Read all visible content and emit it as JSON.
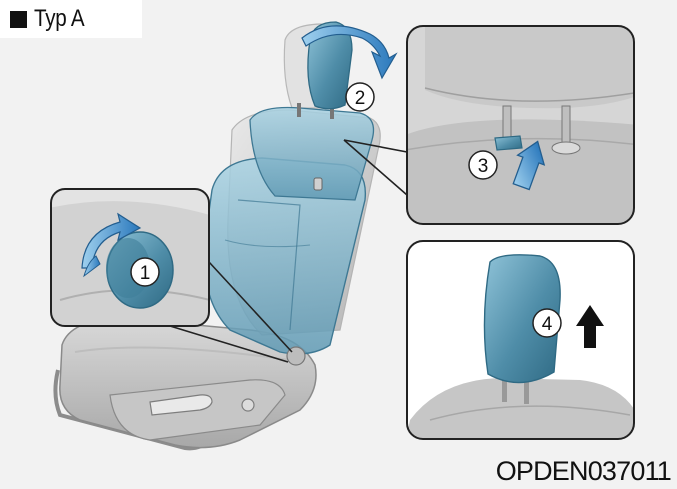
{
  "header": {
    "title": "Typ A"
  },
  "steps": [
    "1",
    "2",
    "3",
    "4"
  ],
  "figure_code": "OPDEN037011",
  "colors": {
    "background": "#f2f2f2",
    "highlight_blue": "#4f8da8",
    "arrow_blue": "#3a88c8",
    "arrow_black": "#111111"
  }
}
